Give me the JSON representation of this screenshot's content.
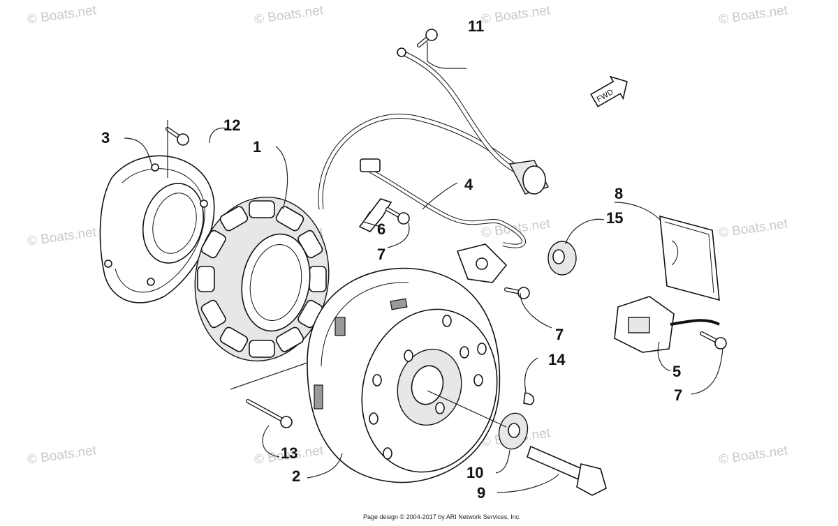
{
  "watermark": {
    "text": "© Boats.net"
  },
  "callouts": [
    "11",
    "12",
    "3",
    "1",
    "4",
    "8",
    "15",
    "6",
    "7",
    "7",
    "14",
    "5",
    "7",
    "13",
    "2",
    "10",
    "9"
  ],
  "fwd_label": "FWD",
  "footer": "Page design © 2004-2017 by ARI Network Services, Inc."
}
